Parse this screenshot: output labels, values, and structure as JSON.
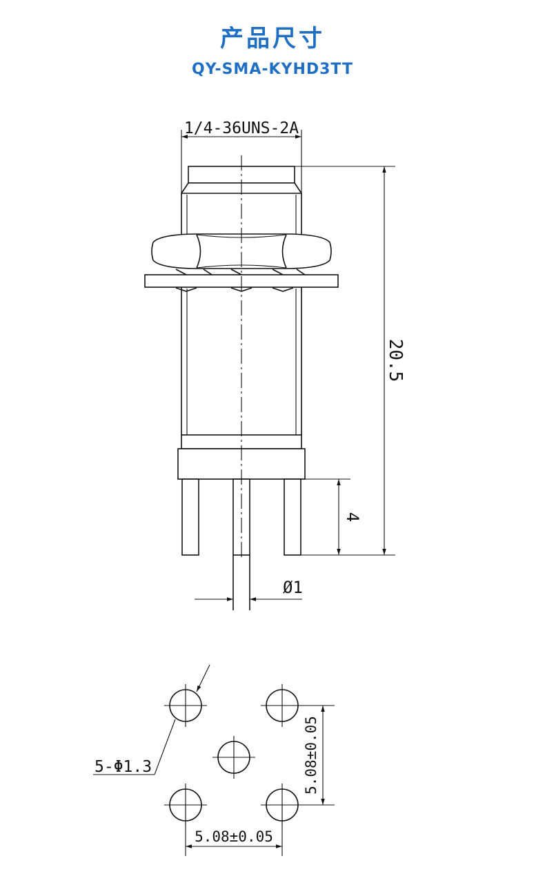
{
  "header": {
    "title": "产品尺寸",
    "model": "QY-SMA-KYHD3TT"
  },
  "dimensions": {
    "thread": "1/4-36UNS-2A",
    "total_length": "20.5",
    "pin_length": "4",
    "pin_diameter": "Ø1",
    "hole_spec": "5-Φ1.3",
    "pitch_vertical": "5.08±0.05",
    "pitch_horizontal": "5.08±0.05"
  },
  "colors": {
    "title": "#1e6fc4",
    "lines": "#111111"
  }
}
